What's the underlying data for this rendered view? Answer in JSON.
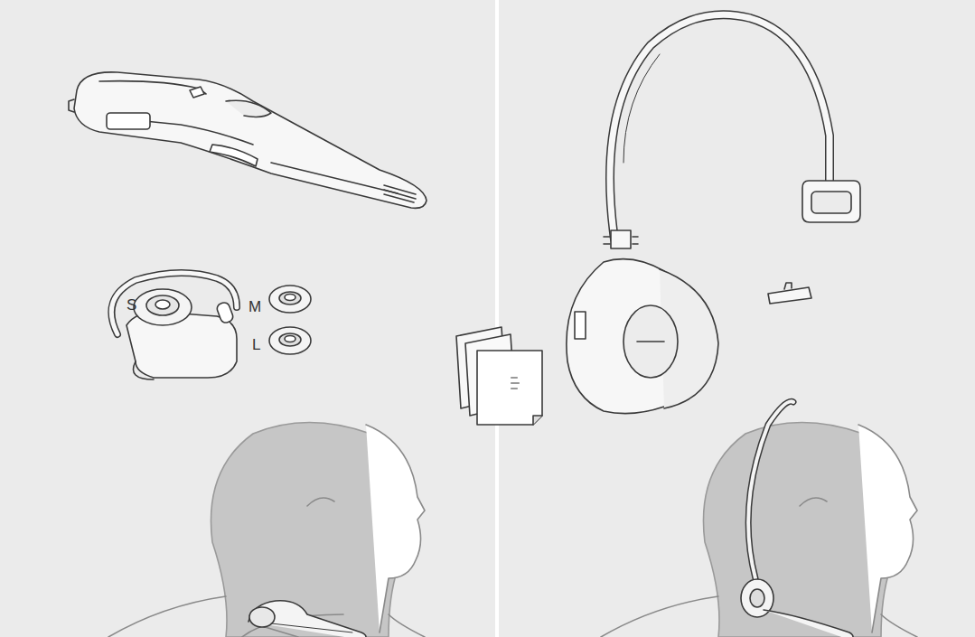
{
  "diagram": {
    "labels": [
      "S",
      "M",
      "L"
    ]
  }
}
